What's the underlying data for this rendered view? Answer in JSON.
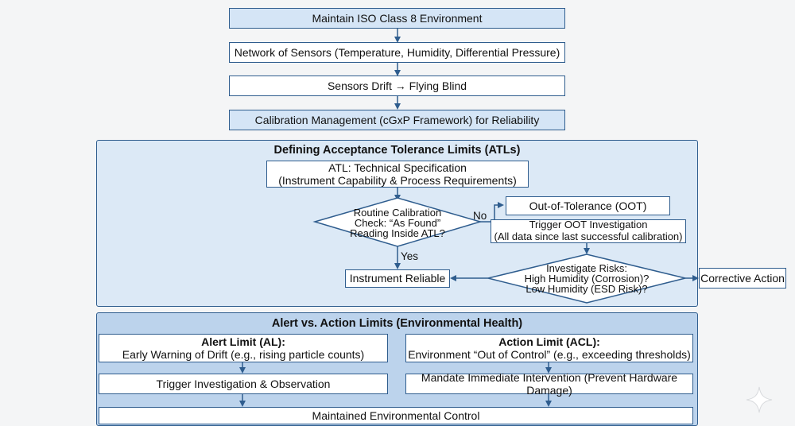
{
  "top": {
    "environment": "Maintain ISO Class 8 Environment",
    "sensors": "Network of Sensors (Temperature, Humidity, Differential Pressure)",
    "drift": "Sensors Drift → Flying Blind",
    "calibration": "Calibration Management (cGxP Framework) for Reliability"
  },
  "atl_panel": {
    "title": "Defining Acceptance Tolerance Limits (ATLs)",
    "spec_line1": "ATL: Technical Specification",
    "spec_line2": "(Instrument Capability & Process Requirements)",
    "check_line1": "Routine Calibration",
    "check_line2": "Check: “As Found”",
    "check_line3": "Reading Inside ATL?",
    "no_label": "No",
    "yes_label": "Yes",
    "oot": "Out-of-Tolerance (OOT)",
    "trigger_line1": "Trigger OOT Investigation",
    "trigger_line2": "(All data since last successful calibration)",
    "reliable": "Instrument Reliable",
    "risk_line1": "Investigate Risks:",
    "risk_line2": "High Humidity (Corrosion)?",
    "risk_line3": "Low Humidity (ESD Risk)?",
    "corrective": "Corrective Action"
  },
  "limits_panel": {
    "title": "Alert vs. Action Limits (Environmental Health)",
    "alert_title": "Alert Limit (AL):",
    "alert_desc": "Early Warning of Drift (e.g., rising particle counts)",
    "action_title": "Action Limit (ACL):",
    "action_desc": "Environment “Out of Control” (e.g., exceeding thresholds)",
    "alert_step": "Trigger Investigation & Observation",
    "action_step": "Mandate Immediate Intervention (Prevent Hardware Damage)",
    "final": "Maintained Environmental Control"
  },
  "colors": {
    "border": "#2f5d8e",
    "panel_fill": "#dce9f6",
    "header_fill": "#d5e5f6"
  }
}
